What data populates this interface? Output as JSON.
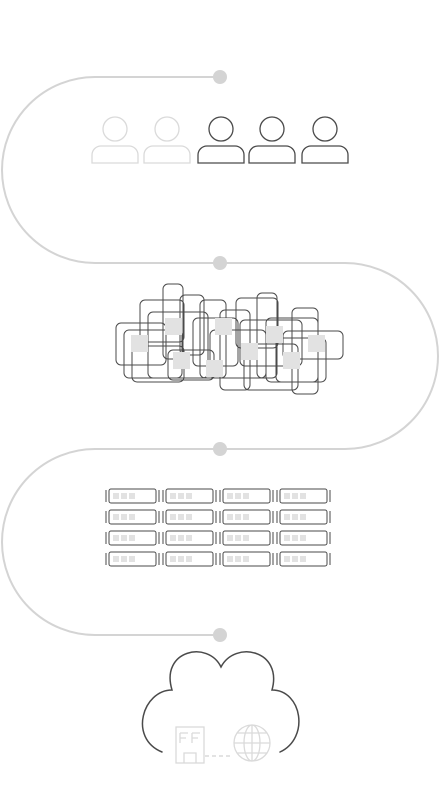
{
  "diagram": {
    "stages": [
      {
        "id": "users",
        "icon": "people-icon",
        "faded_count": 2,
        "solid_count": 3
      },
      {
        "id": "network",
        "icon": "network-mesh-icon"
      },
      {
        "id": "servers",
        "icon": "server-rack-icon",
        "rows": 4,
        "columns": 4
      },
      {
        "id": "cloud",
        "icon": "cloud-icon",
        "contents": [
          "building-icon",
          "globe-icon"
        ]
      }
    ],
    "colors": {
      "path": "#d4d4d4",
      "node_dot": "#d4d4d4",
      "stroke": "#4a4a4a",
      "faded_stroke": "#dadada",
      "fill_light": "#e2e2e2"
    }
  }
}
